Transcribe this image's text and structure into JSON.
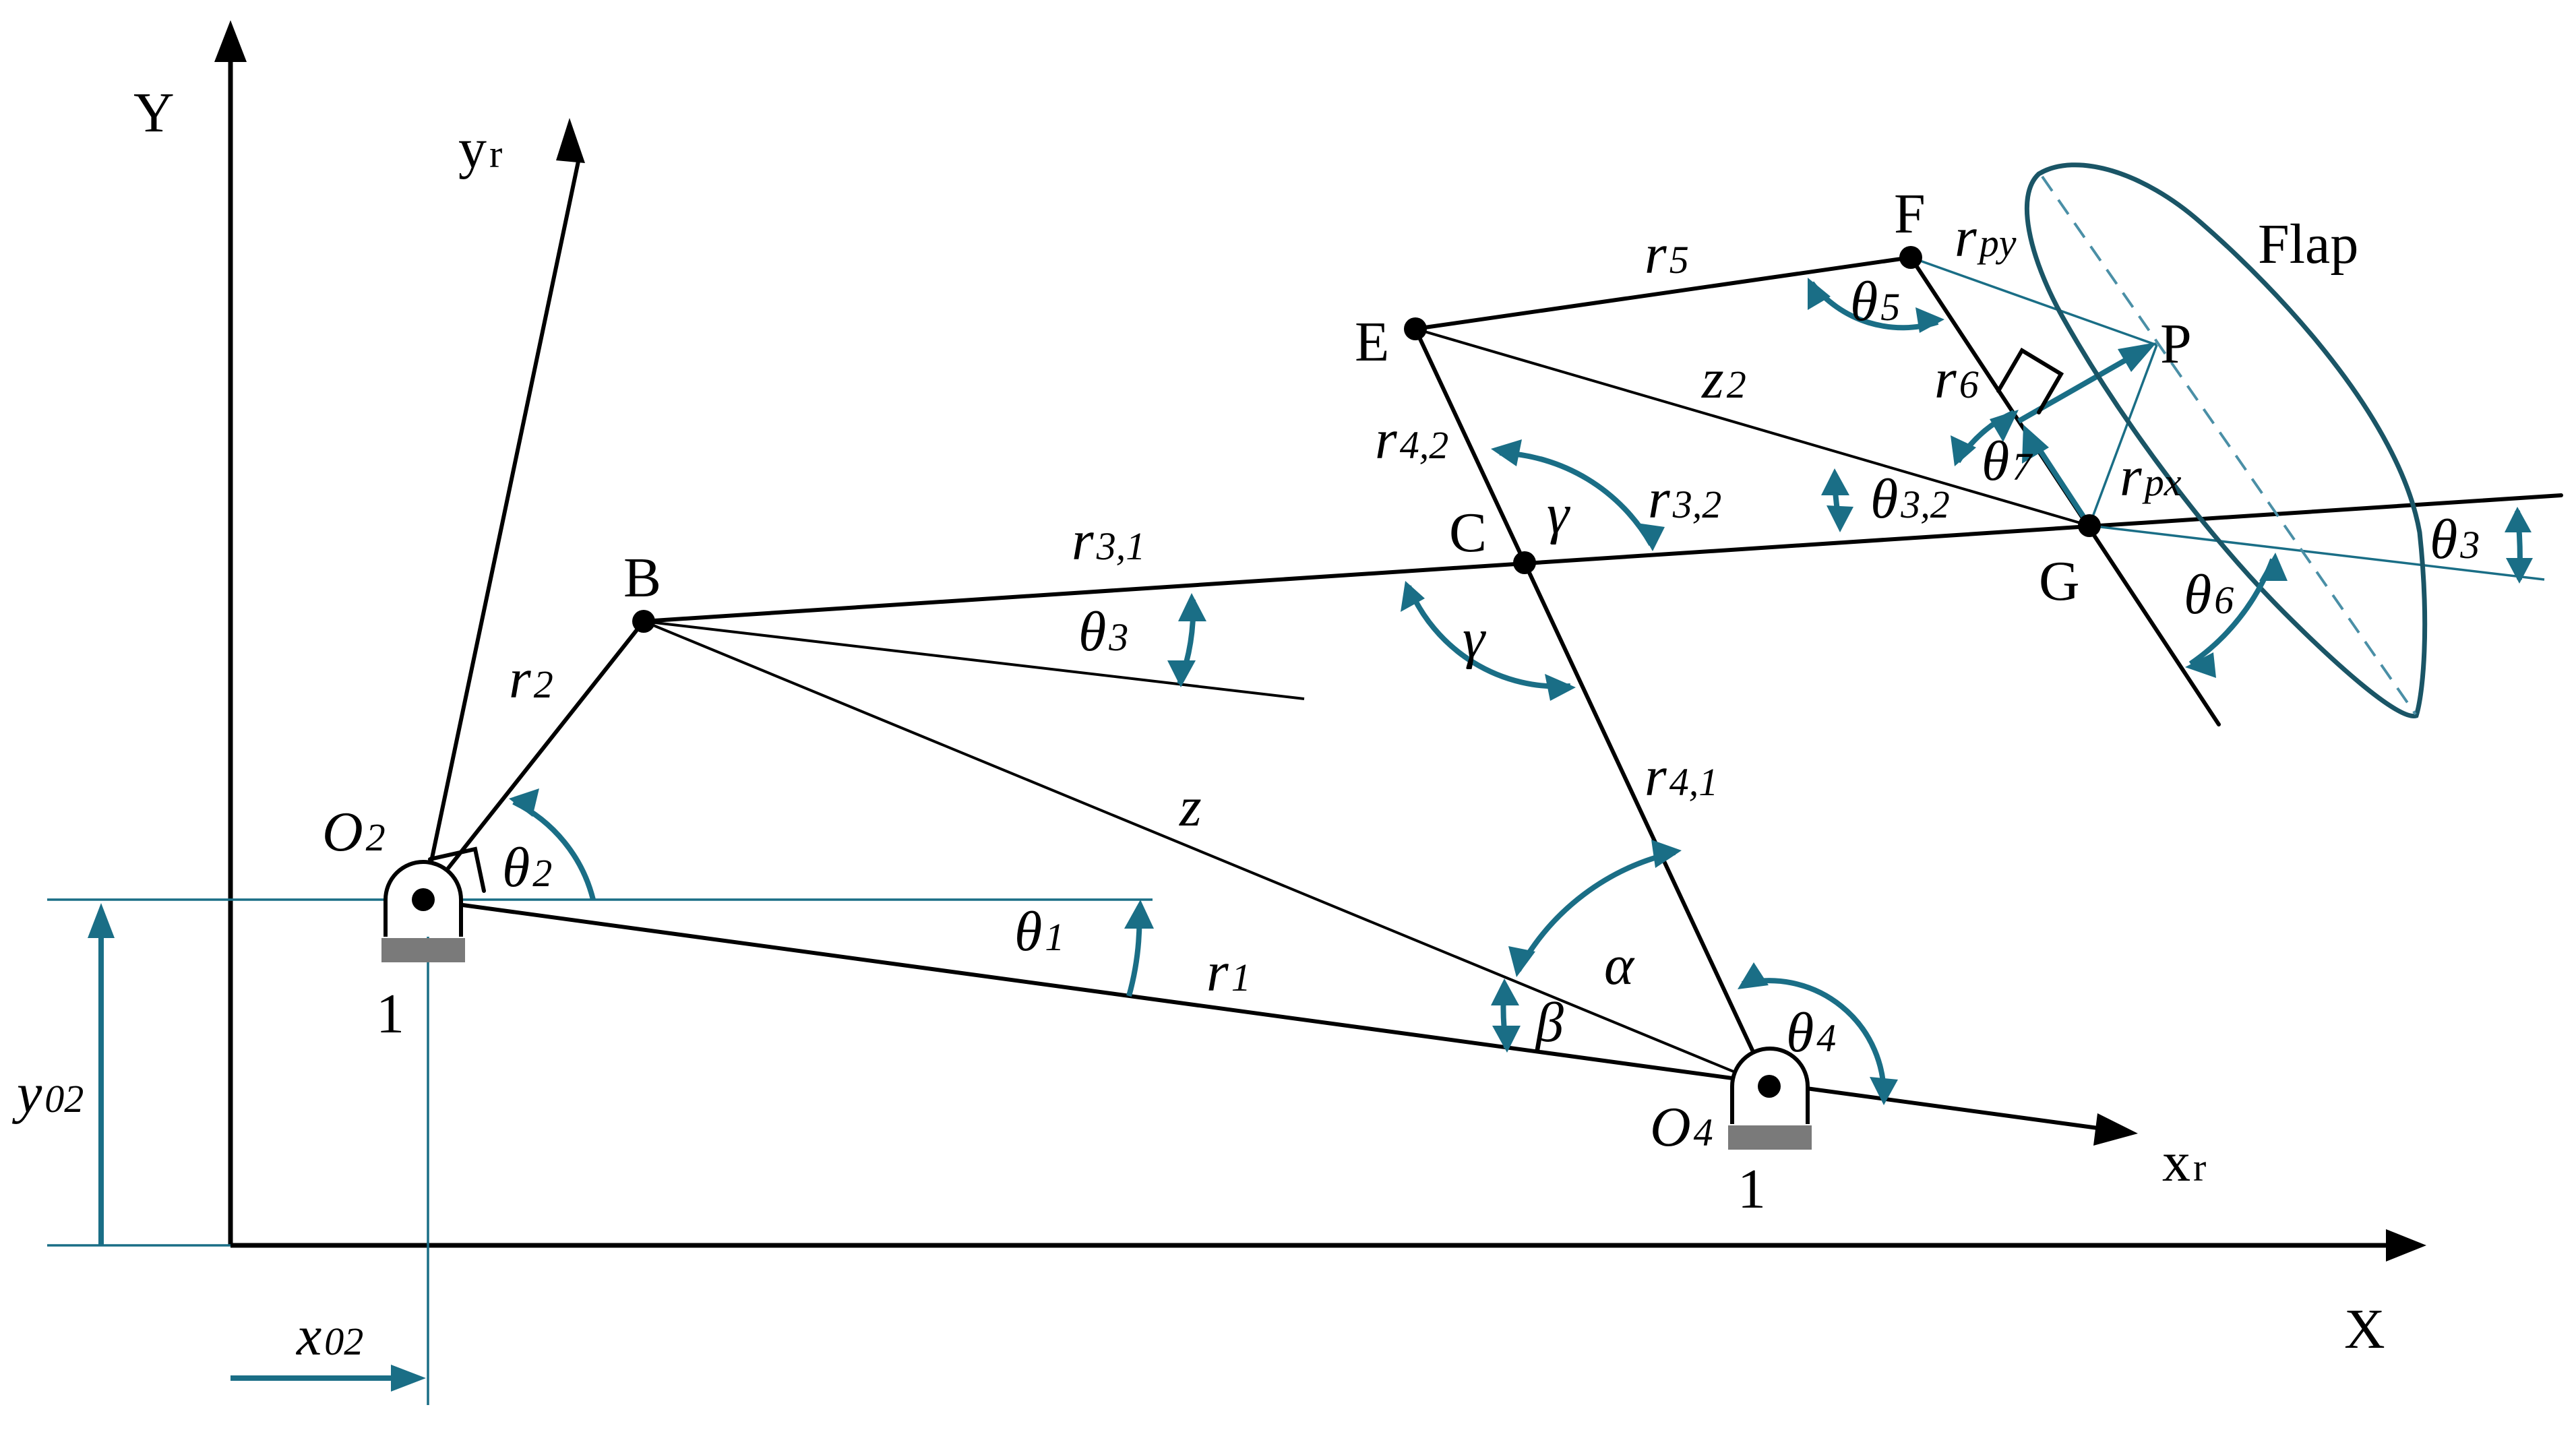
{
  "colors": {
    "line": "#000000",
    "accent": "#1a6e86",
    "flap": "#1a5566",
    "background": "#ffffff"
  },
  "axes": {
    "x": "X",
    "y": "Y",
    "xr": "x",
    "xr_sub": "r",
    "yr": "y",
    "yr_sub": "r"
  },
  "points": {
    "B": "B",
    "C": "C",
    "E": "E",
    "F": "F",
    "G": "G",
    "P": "P"
  },
  "pivots": {
    "o2": {
      "main": "O",
      "sub": "2"
    },
    "o4": {
      "main": "O",
      "sub": "4"
    },
    "ground_1": "1",
    "ground_2": "1"
  },
  "offsets": {
    "x02": {
      "main": "x",
      "sub": "02"
    },
    "y02": {
      "main": "y",
      "sub": "02"
    }
  },
  "links": {
    "r1": {
      "main": "r",
      "sub": "1"
    },
    "r2": {
      "main": "r",
      "sub": "2"
    },
    "r31": {
      "main": "r",
      "sub": "3,1"
    },
    "r32": {
      "main": "r",
      "sub": "3,2"
    },
    "r41": {
      "main": "r",
      "sub": "4,1"
    },
    "r42": {
      "main": "r",
      "sub": "4,2"
    },
    "r5": {
      "main": "r",
      "sub": "5"
    },
    "r6": {
      "main": "r",
      "sub": "6"
    },
    "rpx": {
      "main": "r",
      "sub": "px"
    },
    "rpy": {
      "main": "r",
      "sub": "py"
    },
    "z": "z",
    "z2": {
      "main": "z",
      "sub": "2"
    }
  },
  "angles": {
    "theta1": {
      "main": "θ",
      "sub": "1"
    },
    "theta2": {
      "main": "θ",
      "sub": "2"
    },
    "theta3_b": {
      "main": "θ",
      "sub": "3"
    },
    "theta3_g": {
      "main": "θ",
      "sub": "3"
    },
    "theta32": {
      "main": "θ",
      "sub": "3,2"
    },
    "theta4": {
      "main": "θ",
      "sub": "4"
    },
    "theta5": {
      "main": "θ",
      "sub": "5"
    },
    "theta6": {
      "main": "θ",
      "sub": "6"
    },
    "theta7": {
      "main": "θ",
      "sub": "7"
    },
    "alpha": "α",
    "beta": "β",
    "gamma_top": "γ",
    "gamma_bottom": "γ"
  },
  "flap_label": "Flap"
}
